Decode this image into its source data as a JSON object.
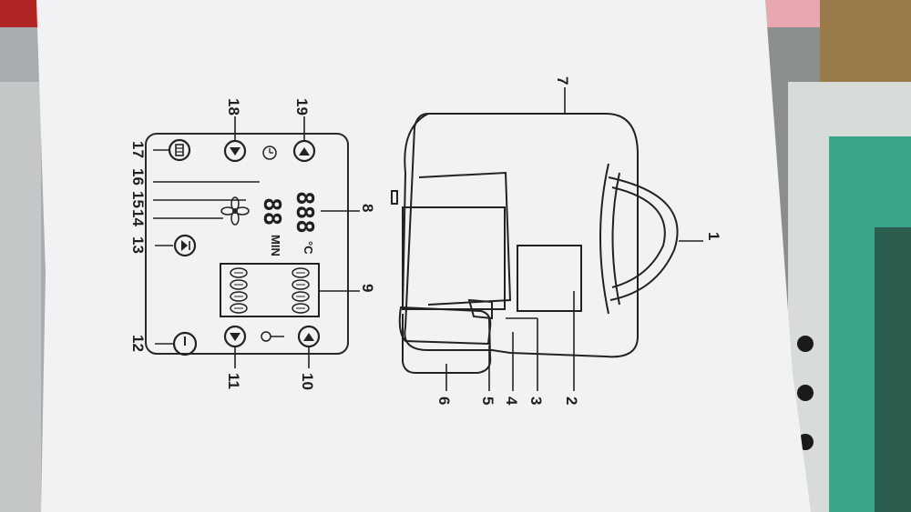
{
  "diagram": {
    "part_labels": [
      "1",
      "2",
      "3",
      "4",
      "5",
      "6",
      "7",
      "8",
      "9",
      "10",
      "11",
      "12",
      "13",
      "14",
      "15",
      "16",
      "17",
      "18",
      "19"
    ],
    "display": {
      "temperature_digits": "888",
      "time_digits": "88",
      "temperature_unit": "°C",
      "time_unit": "MIN"
    },
    "program_icons": [
      "shrimp-icon",
      "chicken-leg-icon",
      "fries-icon",
      "corn-icon",
      "fish-icon",
      "steak-icon",
      "cake-icon",
      "mushroom-icon"
    ]
  }
}
